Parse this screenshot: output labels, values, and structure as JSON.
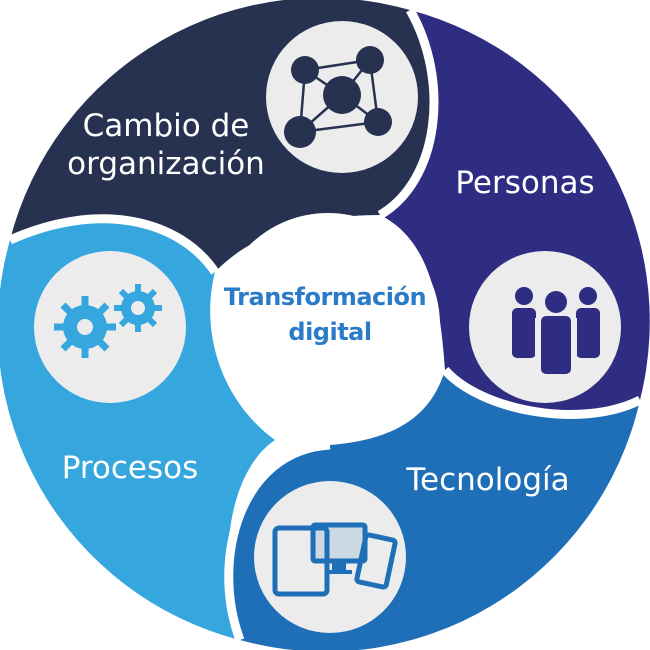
{
  "center": {
    "line1": "Transformación",
    "line2": "digital"
  },
  "segments": [
    {
      "id": "organizacion",
      "line1": "Cambio de",
      "line2": "organización",
      "color": "#263250",
      "icon": "network-icon"
    },
    {
      "id": "personas",
      "line1": "Personas",
      "color": "#2e2d82",
      "icon": "people-icon"
    },
    {
      "id": "tecnologia",
      "line1": "Tecnología",
      "color": "#1e6fb8",
      "icon": "devices-icon"
    },
    {
      "id": "procesos",
      "line1": "Procesos",
      "color": "#36a6de",
      "icon": "gears-icon"
    }
  ],
  "icon_bg": "#ececec"
}
